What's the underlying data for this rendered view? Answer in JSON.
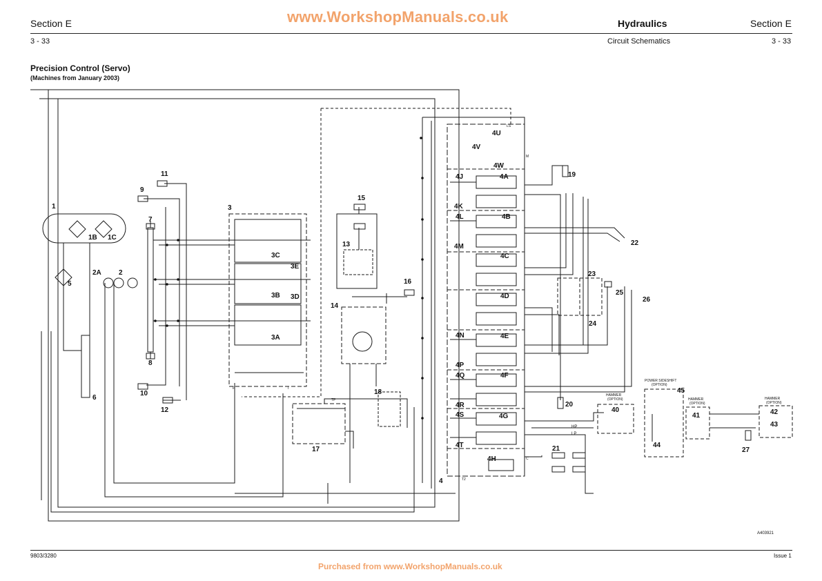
{
  "header": {
    "section_left": "Section E",
    "page_left": "3 - 33",
    "watermark_top": "www.WorkshopManuals.co.uk",
    "title": "Hydraulics",
    "subtitle": "Circuit Schematics",
    "section_right": "Section E",
    "page_right": "3 - 33"
  },
  "diagram": {
    "heading": "Precision Control (Servo)",
    "subheading": "(Machines from January 2003)",
    "ref": "A403921",
    "component_labels": {
      "c1": "1",
      "c1b": "1B",
      "c1c": "1C",
      "c2": "2",
      "c2a": "2A",
      "c3": "3",
      "c3a": "3A",
      "c3b": "3B",
      "c3c": "3C",
      "c3d": "3D",
      "c3e": "3E",
      "c4": "4",
      "c4a": "4A",
      "c4b": "4B",
      "c4c": "4C",
      "c4d": "4D",
      "c4e": "4E",
      "c4f": "4F",
      "c4g": "4G",
      "c4h": "4H",
      "c4j": "4J",
      "c4k": "4K",
      "c4l": "4L",
      "c4m": "4M",
      "c4n": "4N",
      "c4p": "4P",
      "c4q": "4Q",
      "c4r": "4R",
      "c4s": "4S",
      "c4t": "4T",
      "c4u": "4U",
      "c4v": "4V",
      "c4w": "4W",
      "c5": "5",
      "c6": "6",
      "c7": "7",
      "c8": "8",
      "c9": "9",
      "c10": "10",
      "c11": "11",
      "c12": "12",
      "c13": "13",
      "c14": "14",
      "c15": "15",
      "c16": "16",
      "c17": "17",
      "c18": "18",
      "c19": "19",
      "c20": "20",
      "c21": "21",
      "c22": "22",
      "c23": "23",
      "c24": "24",
      "c25": "25",
      "c26": "26",
      "c27": "27",
      "c40": "40",
      "c41": "41",
      "c42": "42",
      "c43": "43",
      "c44": "44",
      "c45": "45"
    },
    "option_labels": {
      "hammer_option_1_a": "HAMMER",
      "hammer_option_1_b": "(OPTION)",
      "hammer_option_2_a": "HAMMER",
      "hammer_option_2_b": "(OPTION)",
      "hammer_option_3_a": "HAMMER",
      "hammer_option_3_b": "(OPTION)",
      "power_sideshift_a": "POWER SIDESHIFT",
      "power_sideshift_b": "(OPTION)"
    },
    "port_labels": {
      "hp": "HP",
      "lp": "LP",
      "ls": "LS",
      "p": "P",
      "t": "T",
      "t2": "T2",
      "m": "M",
      "c": "C",
      "tp": "TP"
    }
  },
  "footer": {
    "doc_number": "9803/3280",
    "issue": "Issue 1",
    "watermark_bottom": "Purchased from www.WorkshopManuals.co.uk"
  }
}
